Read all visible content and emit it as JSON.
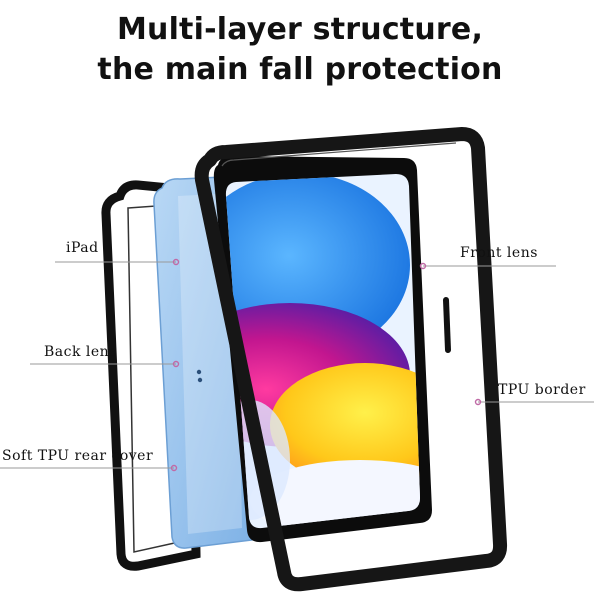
{
  "headline": {
    "line1": "Multi-layer structure,",
    "line2": "the main fall protection"
  },
  "callouts": {
    "ipad": "iPad",
    "back_lens": "Back lens",
    "soft_tpu_rear_cover": "Soft TPU rear cover",
    "front_lens": "Front lens",
    "tpu_border": "TPU border"
  },
  "colors": {
    "frame_black": "#111111",
    "ipad_body": "#9ec6ee",
    "screen_blue": "#2a8ff0",
    "screen_magenta": "#d51a8c",
    "screen_yellow": "#ffd21a",
    "leader_line": "#999999",
    "leader_dot": "#c06aa6"
  }
}
